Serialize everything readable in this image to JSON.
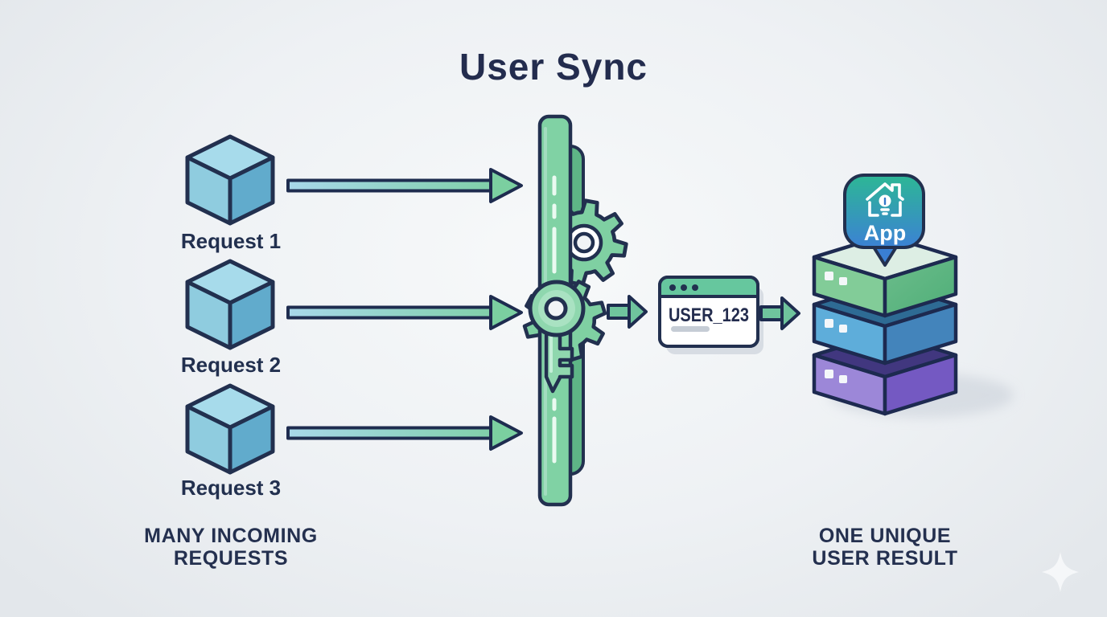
{
  "title": "User Sync",
  "left_column": {
    "requests": [
      {
        "label": "Request 1"
      },
      {
        "label": "Request 2"
      },
      {
        "label": "Request 3"
      }
    ],
    "caption_line1": "MANY INCOMING",
    "caption_line2": "REQUESTS"
  },
  "gate": {
    "icons": [
      "barrier-bar",
      "gear",
      "gear",
      "key"
    ]
  },
  "output": {
    "user_id": "USER_123",
    "badge_label": "App",
    "caption_line1": "ONE UNIQUE",
    "caption_line2": "USER RESULT"
  },
  "colors": {
    "navy_outline": "#22304f",
    "title_navy": "#232c4e",
    "background": "#eef1f4",
    "gate_green": "#80d2a4",
    "gate_back_green": "#5eb586",
    "arrow_gradient_start": "#a8d8ea",
    "arrow_gradient_end": "#7bcfa0",
    "small_arrow_green": "#6fc49d",
    "cube_top": "#a7dbeb",
    "cube_left": "#8fccdf",
    "cube_right": "#61abcc",
    "card_header_green": "#66c79e",
    "card_body": "#ffffff",
    "stack_green_top": "#ddeee4",
    "stack_green_left": "#82cc98",
    "stack_green_right": "#58b27f",
    "stack_blue_left": "#5eadda",
    "stack_blue_right": "#4384bb",
    "stack_purple_left": "#9c87d8",
    "stack_purple_right": "#7459c2",
    "badge_gradient_top": "#2db795",
    "badge_gradient_bottom": "#3c7fd7"
  }
}
